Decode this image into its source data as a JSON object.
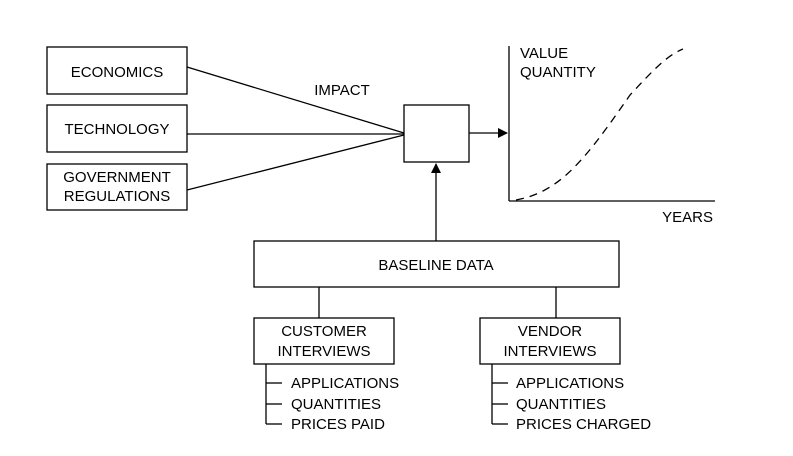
{
  "inputs": {
    "economics": "ECONOMICS",
    "technology": "TECHNOLOGY",
    "government_line1": "GOVERNMENT",
    "government_line2": "REGULATIONS"
  },
  "impact_label": "IMPACT",
  "chart": {
    "y_label_line1": "VALUE",
    "y_label_line2": "QUANTITY",
    "x_label": "YEARS"
  },
  "baseline": "BASELINE DATA",
  "customer": {
    "title_line1": "CUSTOMER",
    "title_line2": "INTERVIEWS",
    "items": [
      "APPLICATIONS",
      "QUANTITIES",
      "PRICES PAID"
    ]
  },
  "vendor": {
    "title_line1": "VENDOR",
    "title_line2": "INTERVIEWS",
    "items": [
      "APPLICATIONS",
      "QUANTITIES",
      "PRICES CHARGED"
    ]
  }
}
